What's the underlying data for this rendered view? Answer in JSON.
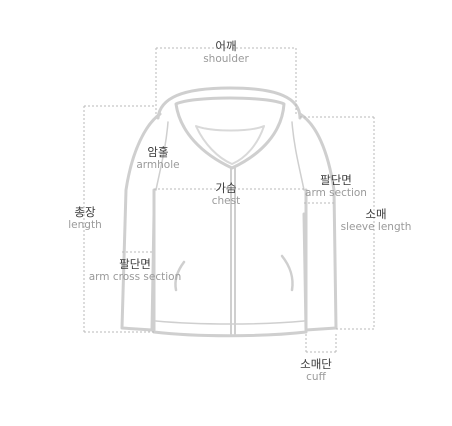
{
  "colors": {
    "outline": "#cfcfcf",
    "outline_inner": "#d9d9d9",
    "guide": "#b9b9b9",
    "text_primary": "#3a3a3a",
    "text_secondary": "#9a9a9a",
    "background": "#ffffff"
  },
  "labels": {
    "shoulder": {
      "ko": "어깨",
      "en": "shoulder"
    },
    "armhole": {
      "ko": "암홀",
      "en": "armhole"
    },
    "chest": {
      "ko": "가슴",
      "en": "chest"
    },
    "arm_section": {
      "ko": "팔단면",
      "en": "arm section"
    },
    "length": {
      "ko": "총장",
      "en": "length"
    },
    "sleeve_length": {
      "ko": "소매",
      "en": "sleeve length"
    },
    "arm_cross_section": {
      "ko": "팔단면",
      "en": "arm cross section"
    },
    "cuff": {
      "ko": "소매단",
      "en": "cuff"
    }
  }
}
